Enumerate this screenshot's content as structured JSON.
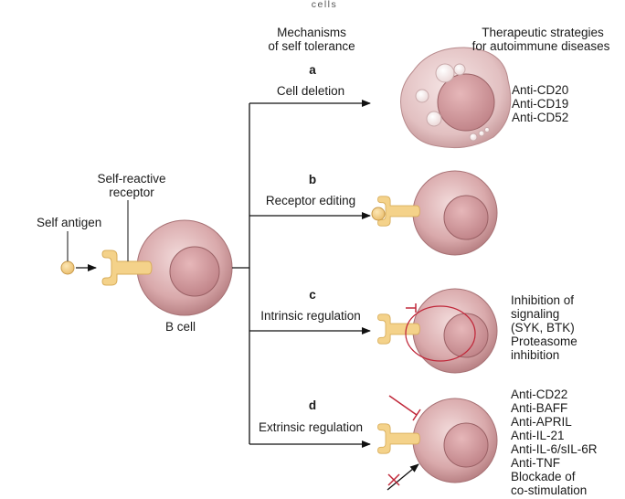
{
  "caption_top": "cells",
  "headers": {
    "mechanisms_line1": "Mechanisms",
    "mechanisms_line2": "of self tolerance",
    "strategies_line1": "Therapeutic strategies",
    "strategies_line2": "for autoimmune diseases"
  },
  "left": {
    "self_reactive_line1": "Self-reactive",
    "self_reactive_line2": "receptor",
    "self_antigen": "Self antigen",
    "b_cell": "B cell"
  },
  "branches": [
    {
      "letter": "a",
      "label": "Cell deletion",
      "therapies": [
        "Anti-CD20",
        "Anti-CD19",
        "Anti-CD52"
      ]
    },
    {
      "letter": "b",
      "label": "Receptor editing",
      "therapies": []
    },
    {
      "letter": "c",
      "label": "Intrinsic regulation",
      "therapies": [
        "Inhibition of",
        "signaling",
        "(SYK, BTK)",
        "Proteasome",
        "inhibition"
      ]
    },
    {
      "letter": "d",
      "label": "Extrinsic regulation",
      "therapies": [
        "Anti-CD22",
        "Anti-BAFF",
        "Anti-APRIL",
        "Anti-IL-21",
        "Anti-IL-6/sIL-6R",
        "Anti-TNF",
        "Blockade of",
        "co-stimulation"
      ]
    }
  ],
  "colors": {
    "cell_outer": "#d4a3a6",
    "cell_inner": "#c08488",
    "receptor": "#f4d28a",
    "inhibit_red": "#c0283a",
    "line": "#111111"
  }
}
